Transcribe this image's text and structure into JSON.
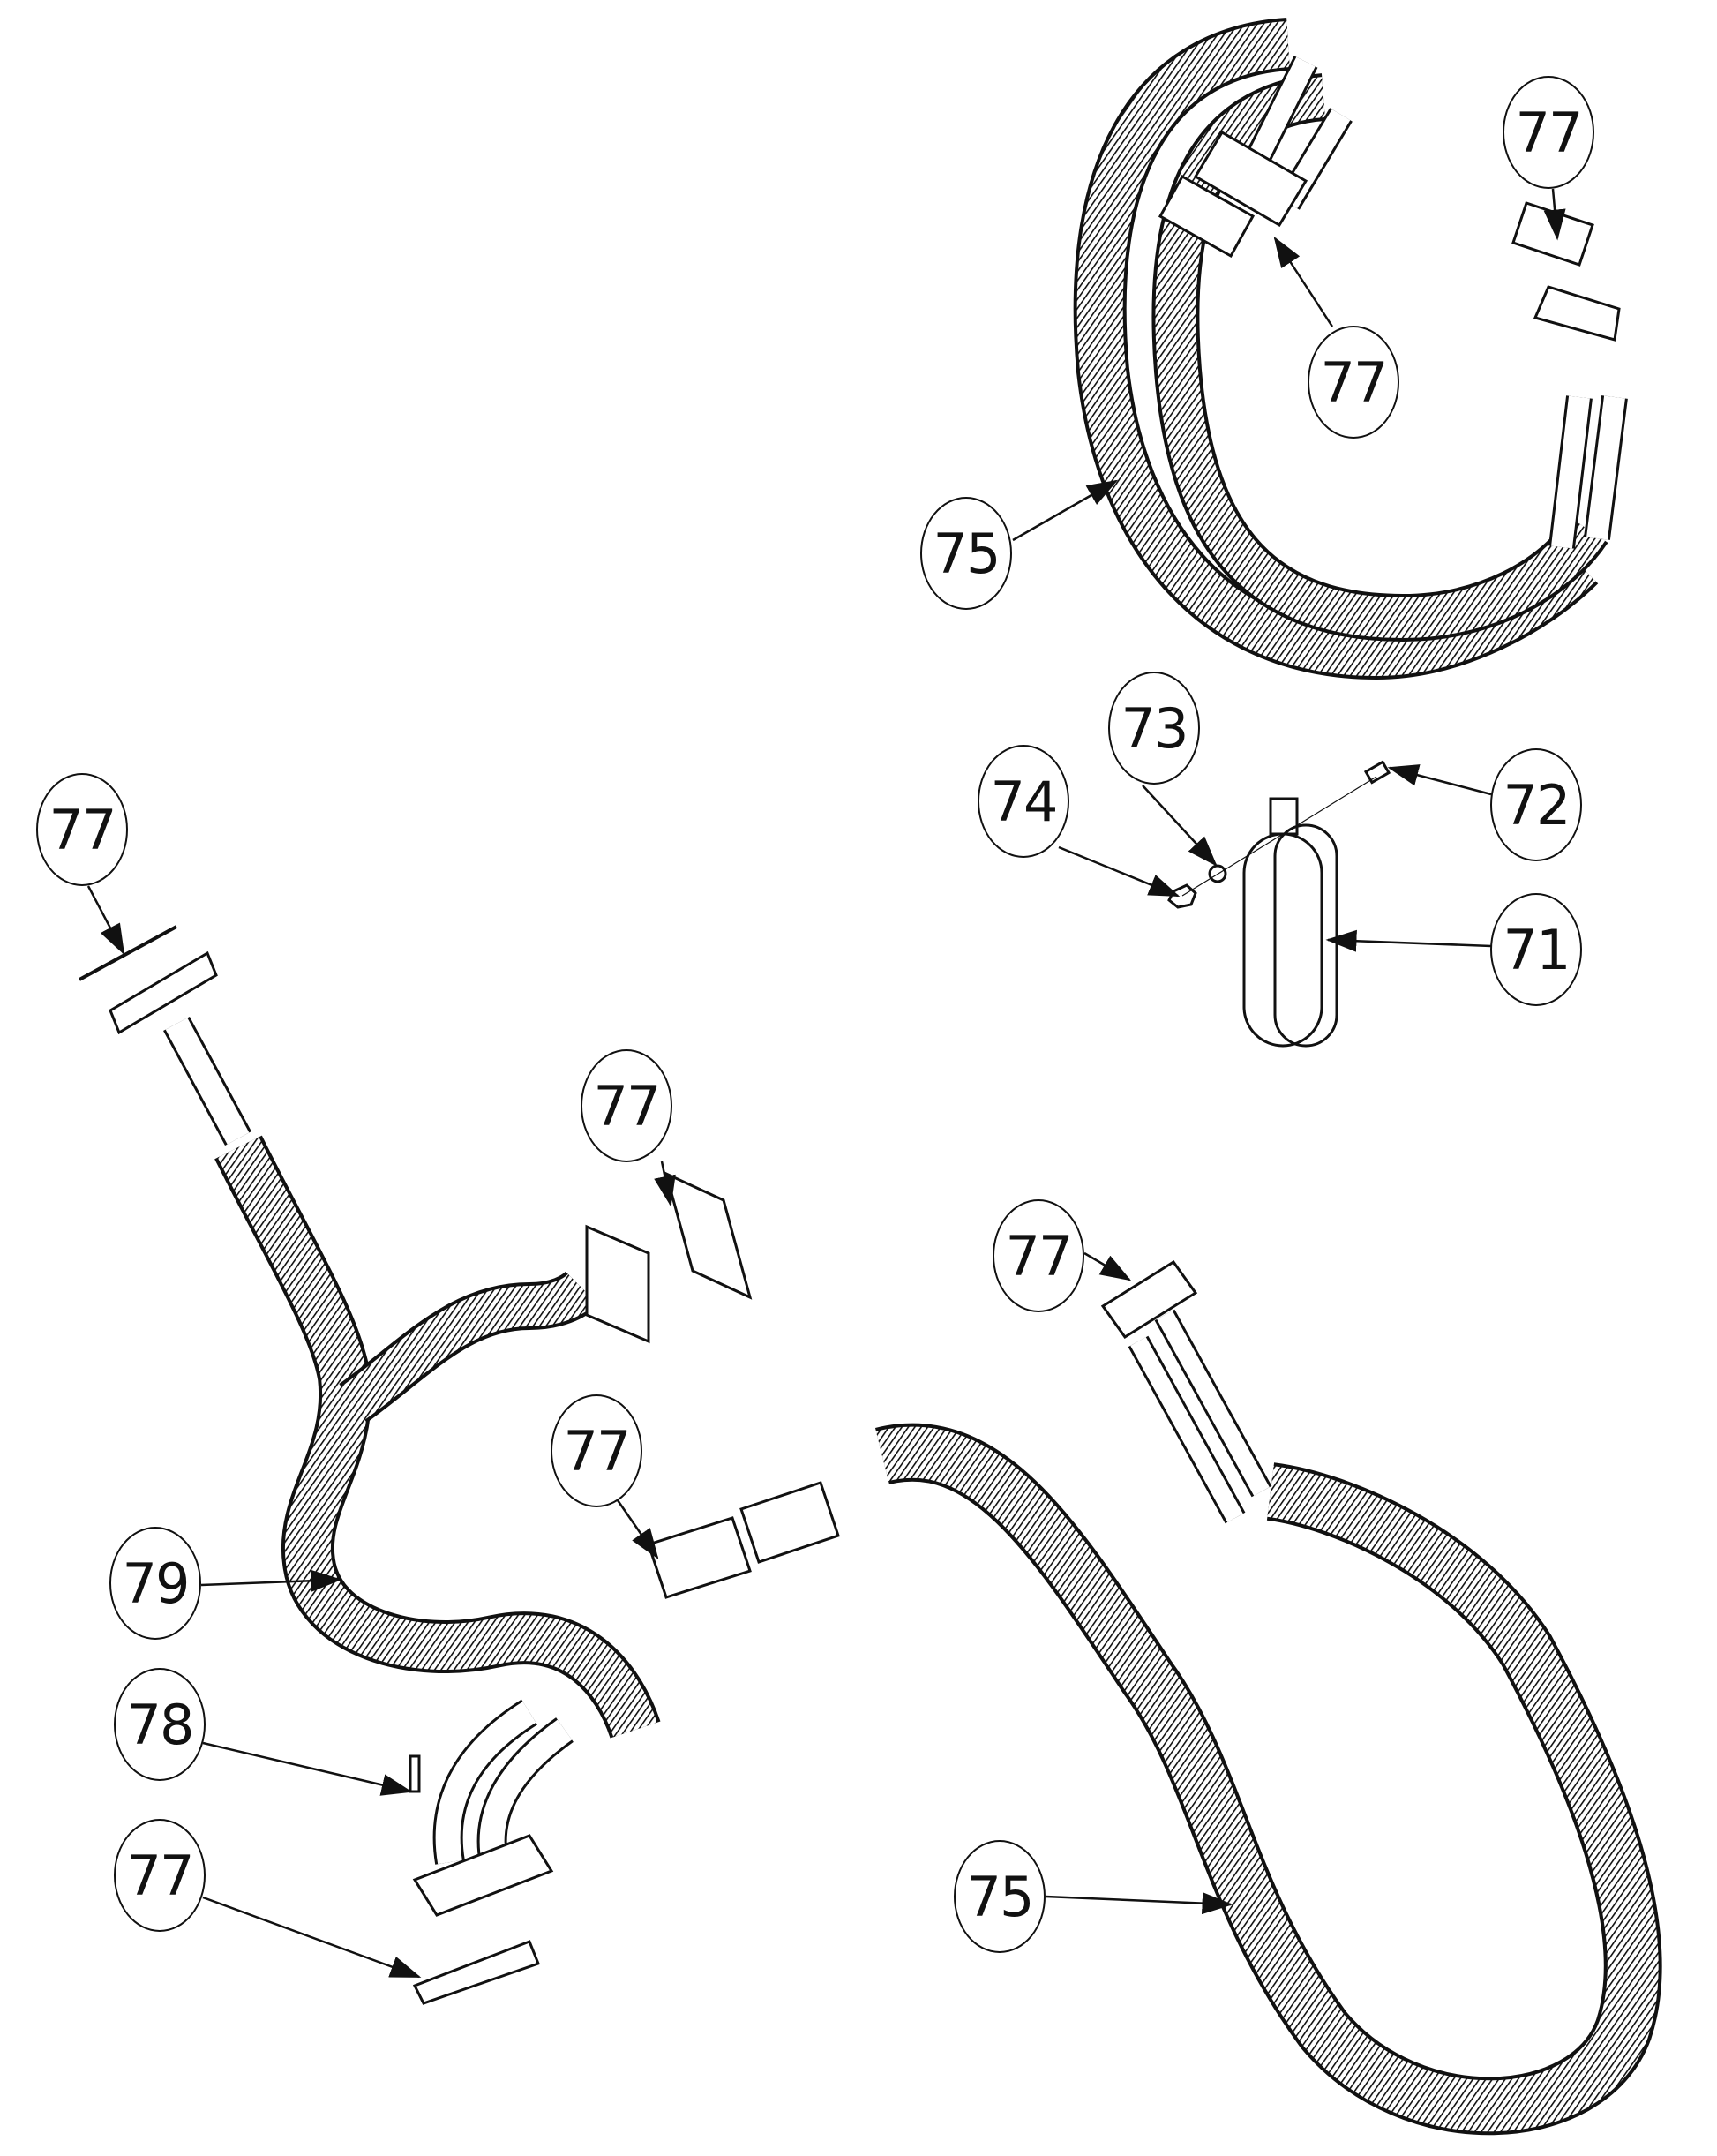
{
  "diagram": {
    "type": "exploded parts diagram",
    "subject": "corrugated hose assemblies with flanges, gaskets and clamp",
    "background": "#ffffff",
    "line_color": "#111111",
    "callouts": [
      {
        "id": "c1",
        "label": "77",
        "part": "gasket (upper right)"
      },
      {
        "id": "c2",
        "label": "77",
        "part": "gasket (upper hose flange)"
      },
      {
        "id": "c3",
        "label": "75",
        "part": "hose assembly (upper)"
      },
      {
        "id": "c4",
        "label": "73",
        "part": "washer"
      },
      {
        "id": "c5",
        "label": "74",
        "part": "nut"
      },
      {
        "id": "c6",
        "label": "72",
        "part": "bolt"
      },
      {
        "id": "c7",
        "label": "71",
        "part": "clamp"
      },
      {
        "id": "c8",
        "label": "77",
        "part": "gasket (left T-flange)"
      },
      {
        "id": "c9",
        "label": "77",
        "part": "gasket (middle flange)"
      },
      {
        "id": "c10",
        "label": "77",
        "part": "gasket (right flange)"
      },
      {
        "id": "c11",
        "label": "77",
        "part": "gasket (center flange)"
      },
      {
        "id": "c12",
        "label": "79",
        "part": "hose assembly (left)"
      },
      {
        "id": "c13",
        "label": "78",
        "part": "bolt"
      },
      {
        "id": "c14",
        "label": "77",
        "part": "gasket (bottom flange)"
      },
      {
        "id": "c15",
        "label": "75",
        "part": "hose assembly (lower)"
      }
    ]
  }
}
